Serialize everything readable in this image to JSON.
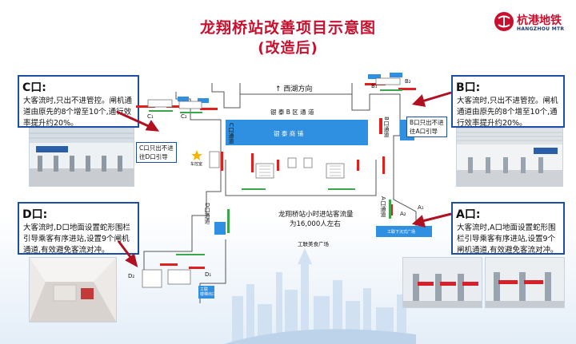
{
  "title": {
    "line1": "龙翔桥站改善项目示意图",
    "line2": "(改造后)"
  },
  "logo": {
    "cn": "杭港地铁",
    "en": "HANGZHOU MTR"
  },
  "callouts": {
    "c": {
      "heading": "C口:",
      "body": "大客流时,只出不进管控。闸机通道由原先的8个增至10个,通行效率提升约20%。"
    },
    "b": {
      "heading": "B口:",
      "body": "大客流时,只出不进管控。闸机通道由原先的8个增至10个,通行效率提升约20%。"
    },
    "d": {
      "heading": "D口:",
      "body": "大客流时,D口地面设置蛇形围栏引导乘客有序进站,设置9个闸机通道,有效避免客流对冲。"
    },
    "a": {
      "heading": "A口:",
      "body": "大客流时,A口地面设置蛇形围栏引导乘客有序进站,设置9个闸机通道,有效避免客流对冲。"
    }
  },
  "map": {
    "direction": "↑ 西湖方向",
    "corridor_b": "银  泰  B  区  通  道",
    "yintai_shop": "银      泰      商      铺",
    "corridor_c": "C口通道",
    "corridor_b_side": "B口通道",
    "corridor_a": "A口通道",
    "corridor_d": "D口通道",
    "note_c": "C口只出不进\n往D口引导",
    "note_b": "B口只出不进\n往A口引导",
    "flow_line1": "龙翔桥站小时进站客流量",
    "flow_line2": "为16,000人左右",
    "food_plaza": "工联美食广场",
    "gonglian_square": "工联下沉式广场",
    "gonglian_building": "工联\n楼梯出口",
    "control_room": "车控室",
    "exit_c1": "C₁",
    "exit_c2": "C₂",
    "exit_b1": "B₁",
    "exit_b2": "B₂",
    "exit_a1": "A₁",
    "exit_a2": "A₂",
    "exit_d1": "D₁",
    "exit_d2": "D₂"
  },
  "colors": {
    "brand_red": "#c8102e",
    "brand_blue": "#1a4fa3",
    "shop_blue": "#2f8fe0",
    "gate_green": "#3aa84a",
    "fence_red": "#e0201c"
  }
}
